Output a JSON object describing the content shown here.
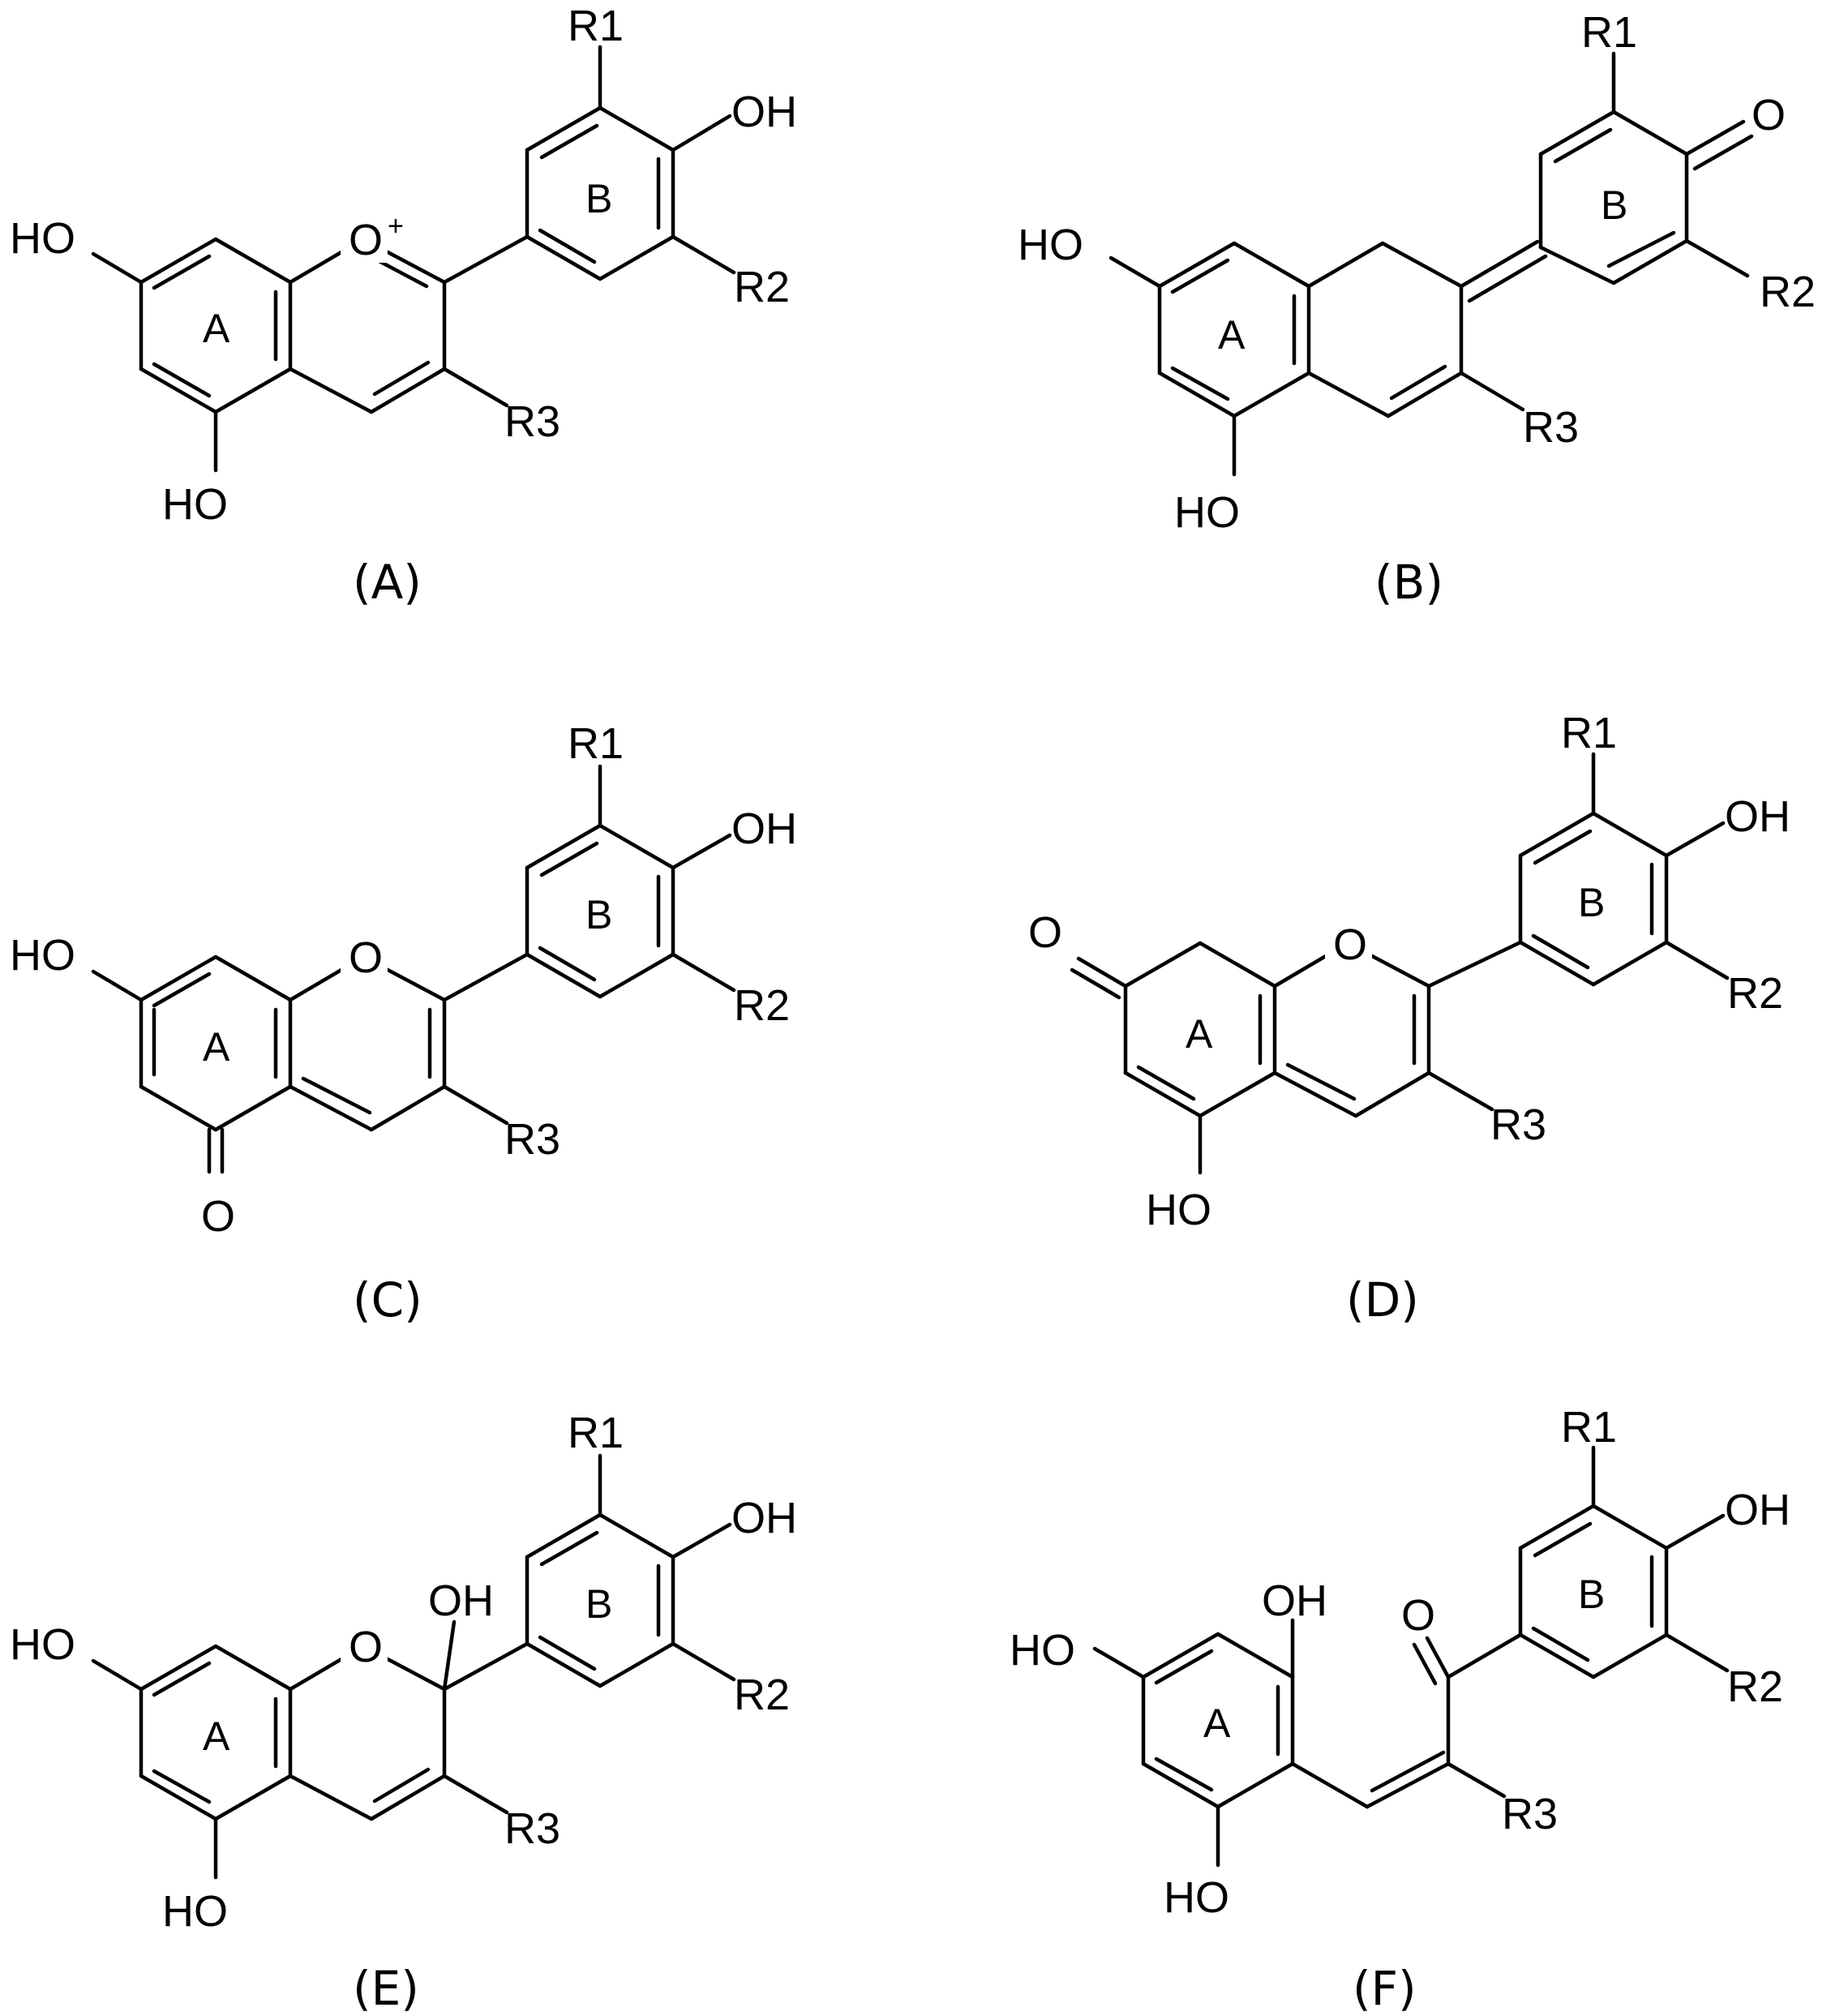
{
  "colors": {
    "ink": "#000000",
    "background": "#ffffff"
  },
  "panels": {
    "a": {
      "caption": "(A)",
      "labels": {
        "ho_top": "HO",
        "ho_bottom": "HO",
        "ring_a": "A",
        "ring_b": "B",
        "oxygen": "O",
        "charge": "+",
        "r1": "R1",
        "oh": "OH",
        "r2": "R2",
        "r3": "R3"
      }
    },
    "b": {
      "caption": "(B)",
      "labels": {
        "ho_top": "HO",
        "ho_bottom": "HO",
        "ring_a": "A",
        "ring_b": "B",
        "keto_o": "O",
        "r1": "R1",
        "r2": "R2",
        "r3": "R3"
      }
    },
    "c": {
      "caption": "(C)",
      "labels": {
        "ho_top": "HO",
        "keto_o": "O",
        "ring_a": "A",
        "ring_b": "B",
        "oxygen": "O",
        "r1": "R1",
        "oh": "OH",
        "r2": "R2",
        "r3": "R3"
      }
    },
    "d": {
      "caption": "(D)",
      "labels": {
        "keto_o": "O",
        "ho_bottom": "HO",
        "ring_a": "A",
        "ring_b": "B",
        "oxygen": "O",
        "r1": "R1",
        "oh": "OH",
        "r2": "R2",
        "r3": "R3"
      }
    },
    "e": {
      "caption": "(E)",
      "labels": {
        "ho_top": "HO",
        "ho_bottom": "HO",
        "ring_a": "A",
        "ring_b": "B",
        "oxygen": "O",
        "oh_c2": "OH",
        "r1": "R1",
        "oh": "OH",
        "r2": "R2",
        "r3": "R3"
      }
    },
    "f": {
      "caption": "(F)",
      "labels": {
        "ho_left": "HO",
        "oh_a": "OH",
        "ho_bottom": "HO",
        "ring_a": "A",
        "ring_b": "B",
        "keto_o": "O",
        "r1": "R1",
        "oh": "OH",
        "r2": "R2",
        "r3": "R3"
      }
    }
  }
}
